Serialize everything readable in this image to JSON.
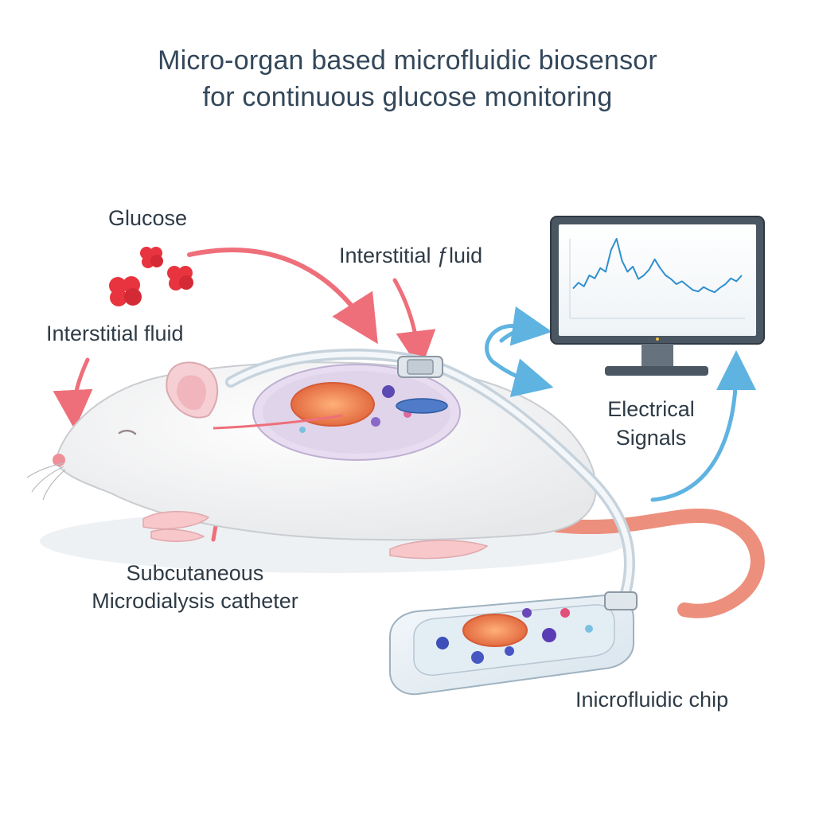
{
  "title": {
    "line1": "Micro-organ based microfluidic biosensor",
    "line2": "for continuous glucose monitoring"
  },
  "labels": {
    "glucose": "Glucose",
    "interstitial_fluid_left": "Interstitial fluid",
    "interstitial_fluid_top": "Interstitial ƒluid",
    "electrical_signals_line1": "Electrical",
    "electrical_signals_line2": "Signals",
    "catheter_line1": "Subcutaneous",
    "catheter_line2": "Microdialysis catheter",
    "chip": "Inicrofluidic chip"
  },
  "colors": {
    "arrow_red": "#ee6f7a",
    "arrow_blue": "#5fb3e0",
    "glucose_red": "#e8343f",
    "signal_line": "#2e8fd0",
    "rat_body": "#f6f6f4",
    "rat_tail": "#ec8f7d",
    "organ_orange": "#f0864f"
  },
  "monitor": {
    "signal": [
      0.32,
      0.4,
      0.35,
      0.5,
      0.46,
      0.6,
      0.55,
      0.85,
      1.0,
      0.7,
      0.55,
      0.62,
      0.45,
      0.5,
      0.58,
      0.72,
      0.6,
      0.5,
      0.45,
      0.38,
      0.42,
      0.36,
      0.3,
      0.28,
      0.34,
      0.3,
      0.27,
      0.33,
      0.38,
      0.46,
      0.42,
      0.5
    ]
  }
}
